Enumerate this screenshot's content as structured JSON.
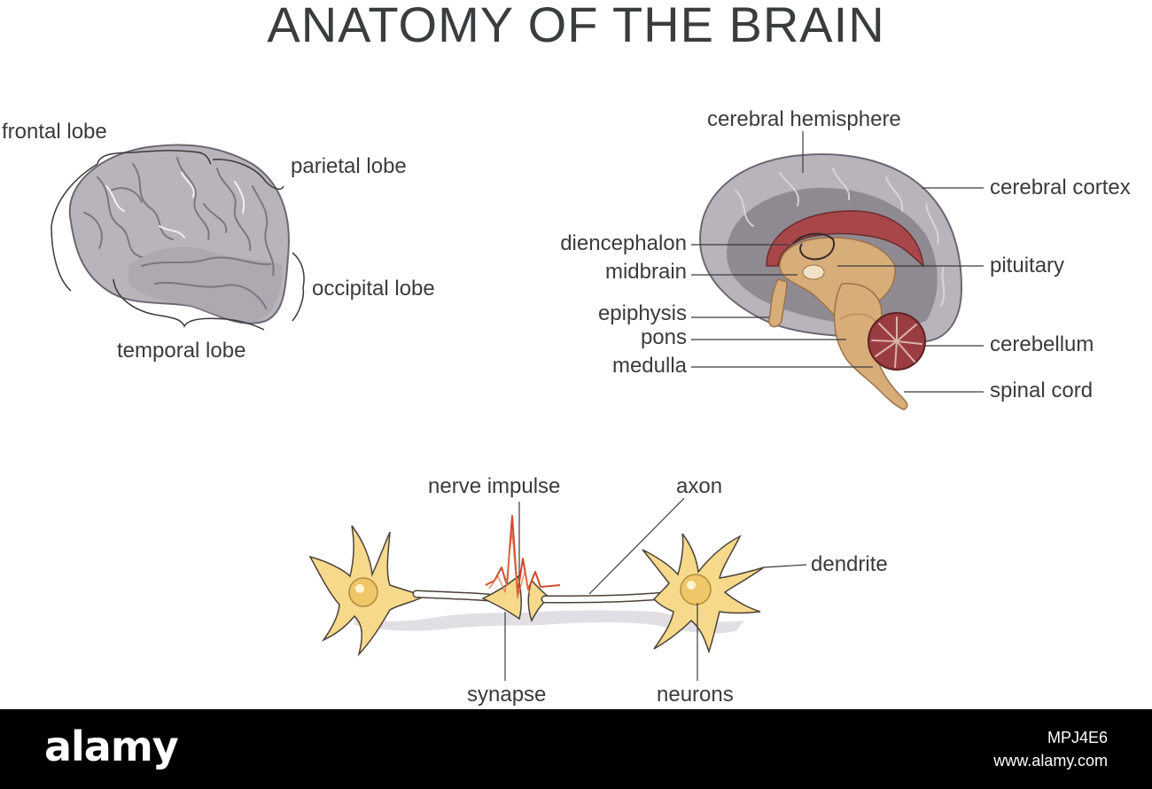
{
  "title": "ANATOMY OF THE BRAIN",
  "lateral_view": {
    "frontal_lobe": "frontal lobe",
    "parietal_lobe": "parietal lobe",
    "occipital_lobe": "occipital lobe",
    "temporal_lobe": "temporal lobe"
  },
  "sagittal_view": {
    "cerebral_hemisphere": "cerebral hemisphere",
    "cerebral_cortex": "cerebral cortex",
    "diencephalon": "diencephalon",
    "midbrain": "midbrain",
    "pituitary": "pituitary",
    "epiphysis": "epiphysis",
    "pons": "pons",
    "cerebellum": "cerebellum",
    "medulla": "medulla",
    "spinal_cord": "spinal cord"
  },
  "neuron_view": {
    "nerve_impulse": "nerve impulse",
    "axon": "axon",
    "dendrite": "dendrite",
    "synapse": "synapse",
    "neurons": "neurons"
  },
  "footer": {
    "logo": "alamy",
    "image_id": "MPJ4E6",
    "site": "www.alamy.com"
  },
  "colors": {
    "brain_gray": "#b9b3bb",
    "cortex_dark": "#8f8a92",
    "inner_tan": "#d7ad79",
    "corpus_red": "#a8474a",
    "cerebellum_red": "#9a3d40",
    "neuron_yellow": "#f7d98c",
    "impulse_red": "#d24a2a"
  }
}
